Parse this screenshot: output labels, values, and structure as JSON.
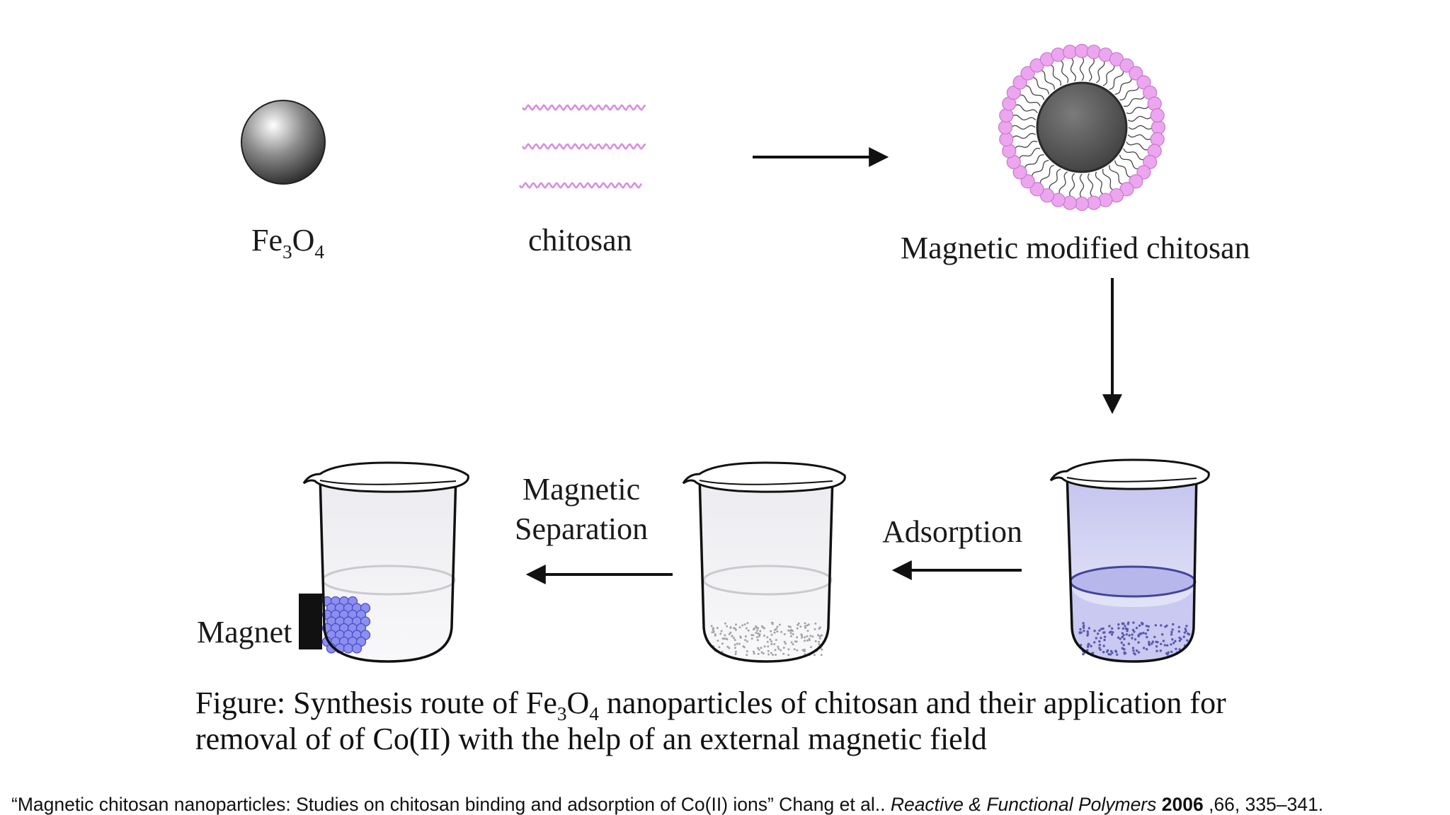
{
  "labels": {
    "fe3o4": {
      "main": "Fe",
      "sub1": "3",
      "mid": "O",
      "sub2": "4"
    },
    "chitosan": "chitosan",
    "magnetic_modified_chitosan": "Magnetic modified chitosan",
    "adsorption": "Adsorption",
    "magnetic_separation_line1": "Magnetic",
    "magnetic_separation_line2": "Separation",
    "magnet": "Magnet"
  },
  "caption": {
    "part1": "Figure: Synthesis route of Fe",
    "sub1": "3",
    "part2": "O",
    "sub2": "4",
    "part3": " nanoparticles of chitosan and their application for",
    "line2": "removal of of Co(II)  with the help of an external magnetic field"
  },
  "citation": {
    "title": "“Magnetic chitosan nanoparticles: Studies on chitosan binding and adsorption of Co(II) ions” Chang et al.. ",
    "journal": "Reactive & Functional Polymers",
    "year": " 2006",
    "pages": " ,66, 335–341."
  },
  "colors": {
    "chitosan_pink": "#d98ee0",
    "sphere_pink": "#eca5ef",
    "cobalt_blue": "#6d6fe0",
    "solution_blue": "#b7b7ec",
    "magnet_black": "#111111"
  }
}
